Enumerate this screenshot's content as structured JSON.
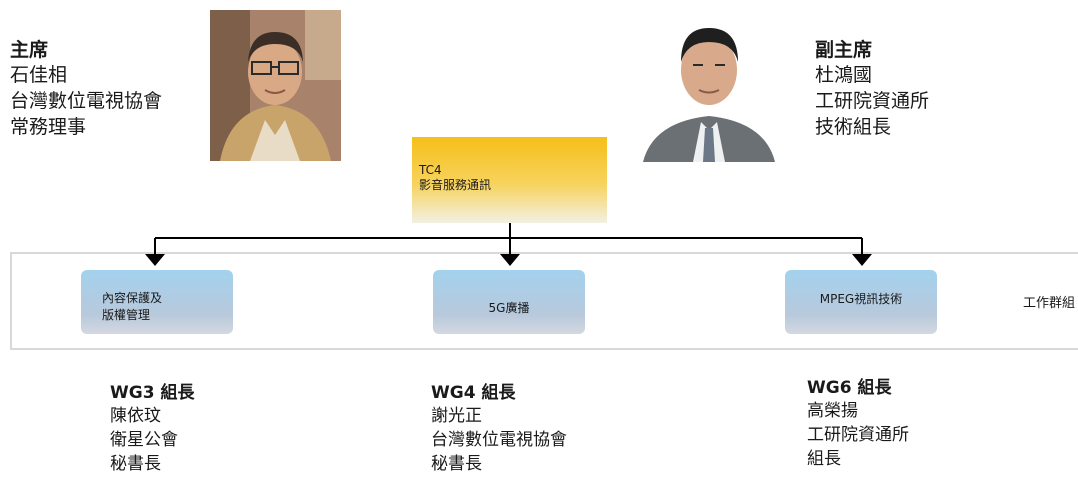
{
  "chair": {
    "role": "主席",
    "name": "石佳相",
    "org": "台灣數位電視協會",
    "title": "常務理事"
  },
  "vice_chair": {
    "role": "副主席",
    "name": "杜鴻國",
    "org": "工研院資通所",
    "title": "技術組長"
  },
  "tc": {
    "code": "TC4",
    "name": "影音服務通訊"
  },
  "working_groups": [
    {
      "box_line1": "內容保護及",
      "box_line2": "版權管理",
      "leader_role": "WG3 組長",
      "leader_name": "陳依玟",
      "leader_org": "衛星公會",
      "leader_title": "秘書長"
    },
    {
      "box_line1": "5G廣播",
      "leader_role": "WG4 組長",
      "leader_name": "謝光正",
      "leader_org": "台灣數位電視協會",
      "leader_title": "秘書長"
    },
    {
      "box_line1": "MPEG視訊技術",
      "leader_role": "WG6 組長",
      "leader_name": "高榮揚",
      "leader_org": "工研院資通所",
      "leader_title": "組長"
    }
  ],
  "group_label": "工作群組",
  "colors": {
    "tc_gradient_top": "#f6bf19",
    "wg_gradient_top": "#a3d1ee",
    "frame": "#d8d8d8",
    "connector": "#000000"
  }
}
